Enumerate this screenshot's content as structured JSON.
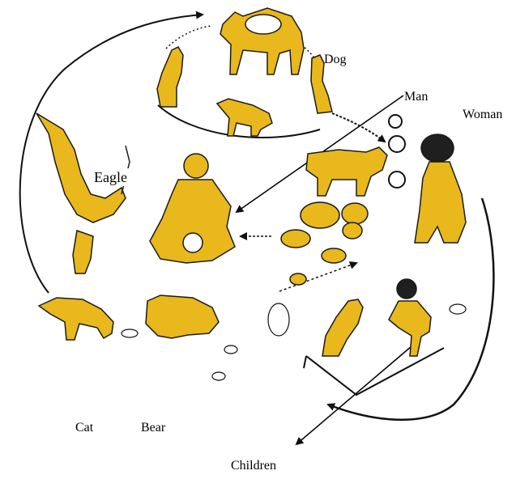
{
  "labels": {
    "dog": "Dog",
    "man": "Man",
    "woman": "Woman",
    "eagle": "Eagle",
    "cat": "Cat",
    "bear": "Bear",
    "children": "Children"
  },
  "colors": {
    "figure_fill": "#E8B81C",
    "outline": "#1a1a1a",
    "background": "#ffffff"
  }
}
